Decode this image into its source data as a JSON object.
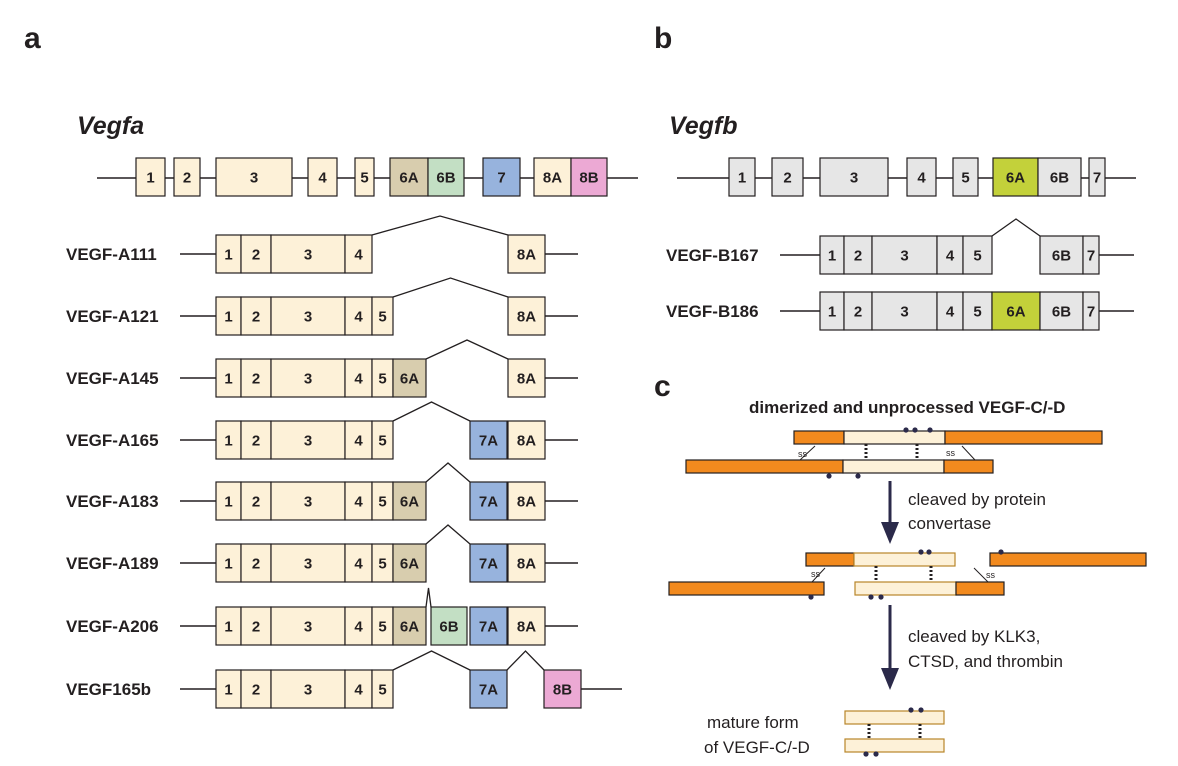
{
  "panels": {
    "a": "a",
    "b": "b",
    "c": "c"
  },
  "colors": {
    "cream": "#fdf1d8",
    "exon6A_vegfa": "#d8cdae",
    "exon6B_vegfa": "#c3dfc4",
    "exon7": "#97b3dd",
    "exon8B": "#eca9d4",
    "grey": "#e6e6e6",
    "exon6A_vegfb": "#c3d13a",
    "orange": "#f28a1e",
    "outline": "#231f20",
    "arrow": "#2b2a4a"
  },
  "vegfa": {
    "title": "Vegfa",
    "gene_exons": [
      "1",
      "2",
      "3",
      "4",
      "5",
      "6A",
      "6B",
      "7",
      "8A",
      "8B"
    ],
    "isoforms": [
      {
        "label": "VEGF-A111",
        "exons": [
          "1",
          "2",
          "3",
          "4",
          "8A"
        ]
      },
      {
        "label": "VEGF-A121",
        "exons": [
          "1",
          "2",
          "3",
          "4",
          "5",
          "8A"
        ]
      },
      {
        "label": "VEGF-A145",
        "exons": [
          "1",
          "2",
          "3",
          "4",
          "5",
          "6A",
          "8A"
        ]
      },
      {
        "label": "VEGF-A165",
        "exons": [
          "1",
          "2",
          "3",
          "4",
          "5",
          "7A",
          "8A"
        ]
      },
      {
        "label": "VEGF-A183",
        "exons": [
          "1",
          "2",
          "3",
          "4",
          "5",
          "6A",
          "7A",
          "8A"
        ]
      },
      {
        "label": "VEGF-A189",
        "exons": [
          "1",
          "2",
          "3",
          "4",
          "5",
          "6A",
          "7A",
          "8A"
        ]
      },
      {
        "label": "VEGF-A206",
        "exons": [
          "1",
          "2",
          "3",
          "4",
          "5",
          "6A",
          "6B",
          "7A",
          "8A"
        ]
      },
      {
        "label": "VEGF165b",
        "exons": [
          "1",
          "2",
          "3",
          "4",
          "5",
          "7A",
          "8B"
        ]
      }
    ]
  },
  "vegfb": {
    "title": "Vegfb",
    "gene_exons": [
      "1",
      "2",
      "3",
      "4",
      "5",
      "6A",
      "6B",
      "7"
    ],
    "isoforms": [
      {
        "label": "VEGF-B167",
        "exons": [
          "1",
          "2",
          "3",
          "4",
          "5",
          "6B",
          "7"
        ]
      },
      {
        "label": "VEGF-B186",
        "exons": [
          "1",
          "2",
          "3",
          "4",
          "5",
          "6A",
          "6B",
          "7"
        ]
      }
    ]
  },
  "processing": {
    "title": "dimerized and unprocessed VEGF-C/-D",
    "step1": [
      "cleaved by protein",
      "convertase"
    ],
    "step2": [
      "cleaved by KLK3,",
      "CTSD, and thrombin"
    ],
    "mature": [
      "mature form",
      "of VEGF-C/-D"
    ],
    "ss": "ss"
  }
}
